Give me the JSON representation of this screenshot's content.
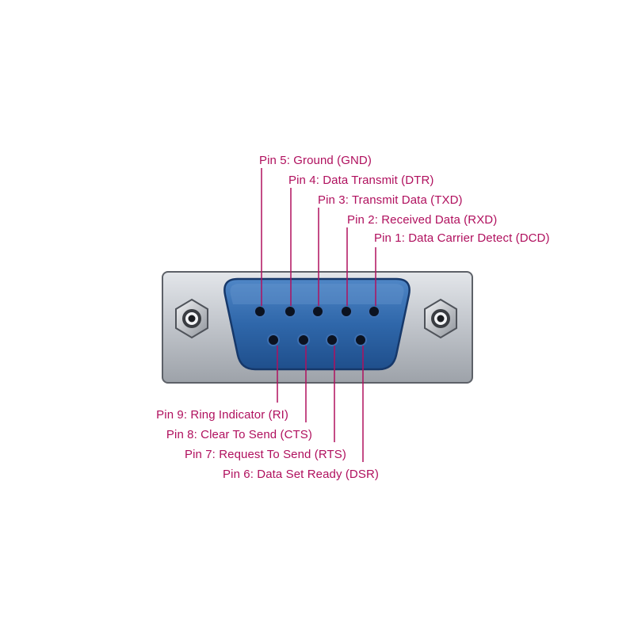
{
  "colors": {
    "label": "#b0105e",
    "shell": "#bcc0c6",
    "connector_face": "#2e64a6",
    "pin_hole": "#0b1220"
  },
  "connector": {
    "type": "DB9 male",
    "top_row_pins": [
      5,
      4,
      3,
      2,
      1
    ],
    "bottom_row_pins": [
      9,
      8,
      7,
      6
    ]
  },
  "labels": {
    "pin1": "Pin 1: Data Carrier Detect (DCD)",
    "pin2": "Pin 2: Received Data (RXD)",
    "pin3": "Pin 3: Transmit Data (TXD)",
    "pin4": "Pin 4: Data Transmit (DTR)",
    "pin5": "Pin 5: Ground (GND)",
    "pin6": "Pin 6: Data Set Ready (DSR)",
    "pin7": "Pin 7: Request To Send (RTS)",
    "pin8": "Pin 8: Clear To Send (CTS)",
    "pin9": "Pin 9: Ring Indicator (RI)"
  }
}
